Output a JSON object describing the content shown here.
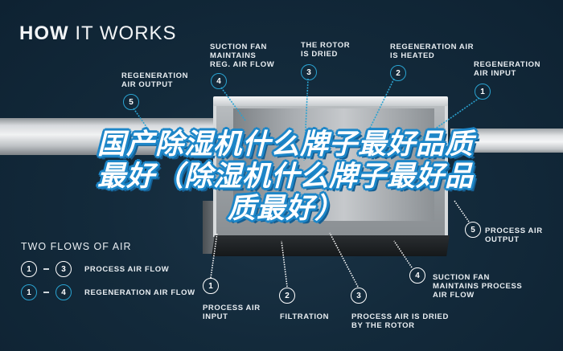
{
  "header": {
    "title_bold": "HOW",
    "title_rest": "IT WORKS"
  },
  "headline": {
    "text": "国产除湿机什么牌子最好品质最好（除湿机什么牌子最好品质最好）",
    "stroke_color": "#1d86c8"
  },
  "regeneration_callouts": [
    {
      "number": "5",
      "label": "REGENERATION\nAIR OUTPUT"
    },
    {
      "number": "4",
      "label": "SUCTION FAN\nMAINTAINS\nREG. AIR FLOW"
    },
    {
      "number": "3",
      "label": "THE ROTOR\nIS DRIED"
    },
    {
      "number": "2",
      "label": "REGENERATION AIR\nIS HEATED"
    },
    {
      "number": "1",
      "label": "REGENERATION\nAIR INPUT"
    }
  ],
  "process_callouts": [
    {
      "number": "1",
      "label": "PROCESS AIR\nINPUT"
    },
    {
      "number": "2",
      "label": "FILTRATION"
    },
    {
      "number": "3",
      "label": "PROCESS AIR IS DRIED\nBY THE ROTOR"
    },
    {
      "number": "4",
      "label": "SUCTION FAN\nMAINTAINS PROCESS\nAIR FLOW"
    },
    {
      "number": "5",
      "label": "PROCESS AIR\nOUTPUT"
    }
  ],
  "legend": {
    "title": "TWO FLOWS OF AIR",
    "rows": [
      {
        "from": "1",
        "to": "3",
        "label": "PROCESS AIR FLOW",
        "style": "white"
      },
      {
        "from": "1",
        "to": "4",
        "label": "REGENERATION AIR FLOW",
        "style": "blue"
      }
    ]
  },
  "colors": {
    "background": "#132a3b",
    "regeneration_accent": "#2aa3d1",
    "process_accent": "#ffffff"
  }
}
